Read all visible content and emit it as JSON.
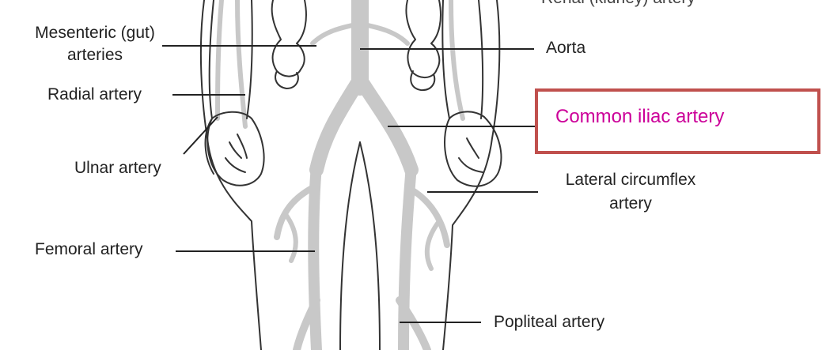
{
  "labels": {
    "renal_cut": "Renal (kidney) artery",
    "mesenteric_line1": "Mesenteric (gut)",
    "mesenteric_line2": "arteries",
    "aorta": "Aorta",
    "radial": "Radial artery",
    "ulnar": "Ulnar artery",
    "lateral_line1": "Lateral circumflex",
    "lateral_line2": "artery",
    "femoral": "Femoral artery",
    "popliteal": "Popliteal artery"
  },
  "highlight_box": {
    "text": "Common iliac artery",
    "border_color": "#c0504d",
    "text_color": "#cc0099"
  },
  "colors": {
    "artery_gray": "#c8c8c8",
    "outline": "#333333",
    "leader": "#222222"
  }
}
